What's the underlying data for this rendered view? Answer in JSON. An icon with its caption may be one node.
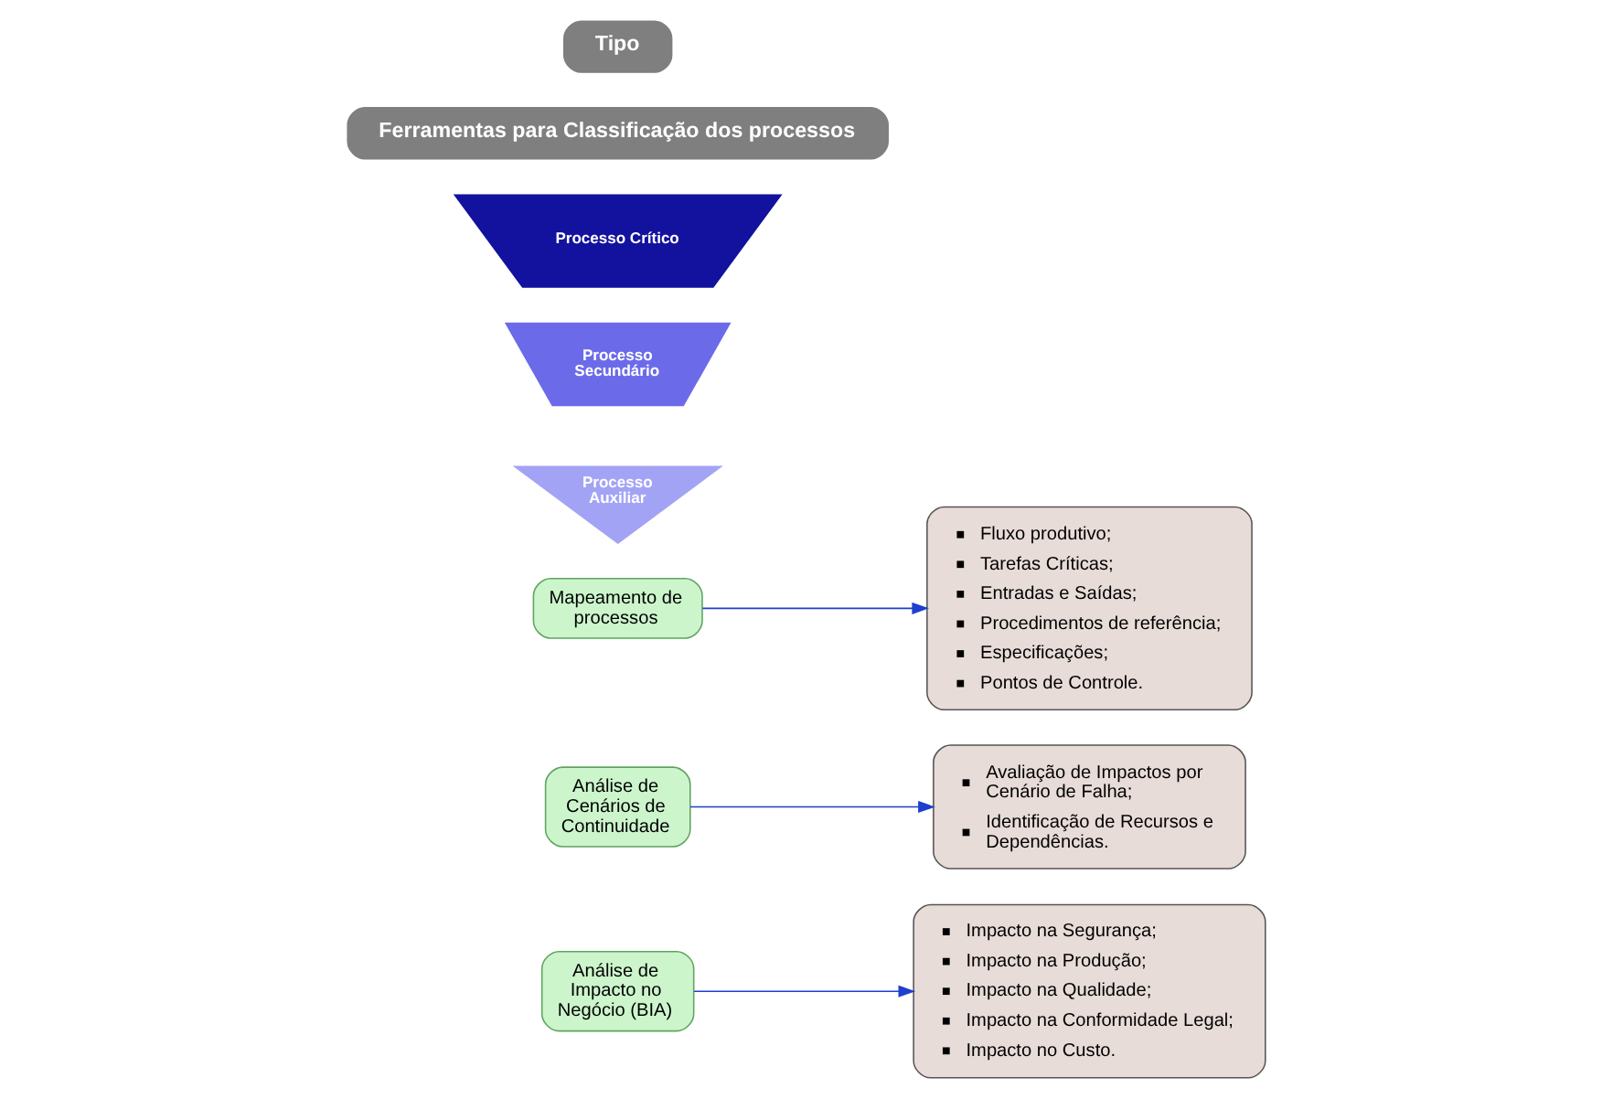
{
  "diagram": {
    "nodes": [
      {
        "text": [
          "Tipo"
        ]
      },
      {
        "text": [
          "Ferramentas para Classificação dos processos"
        ]
      },
      {
        "text": [
          "Processo Crítico"
        ]
      },
      {
        "text": [
          "Processo Secundário"
        ]
      },
      {
        "text": [
          "Processo Auxiliar"
        ]
      },
      {
        "text": [
          "Mapeamento de processos"
        ]
      },
      {
        "text": [
          "Fluxo produtivo;",
          "Tarefas Críticas;",
          "Entradas e Saídas;",
          "Procedimentos de referência;",
          "Especificações;",
          "Pontos de Controle."
        ]
      },
      {
        "text": [
          "Análise de Cenários de Continuidade"
        ]
      },
      {
        "text": [
          "Avaliação de Impactos por Cenário de Falha;",
          "Identificação de Recursos e Dependências."
        ]
      },
      {
        "text": [
          "Análise de Impacto no Negócio (BIA)"
        ]
      },
      {
        "text": [
          "Impacto na Segurança;",
          "Impacto na Produção;",
          "Impacto na Qualidade;",
          "Impacto na Conformidade Legal;",
          "Impacto no Custo."
        ]
      }
    ],
    "edges": [
      {
        "from": 5,
        "to": 6,
        "arrow": "to",
        "color": "#1f3fcf"
      },
      {
        "from": 7,
        "to": 8,
        "arrow": "to",
        "color": "#1f3fcf"
      },
      {
        "from": 9,
        "to": 10,
        "arrow": "to",
        "color": "#1f3fcf"
      }
    ]
  }
}
